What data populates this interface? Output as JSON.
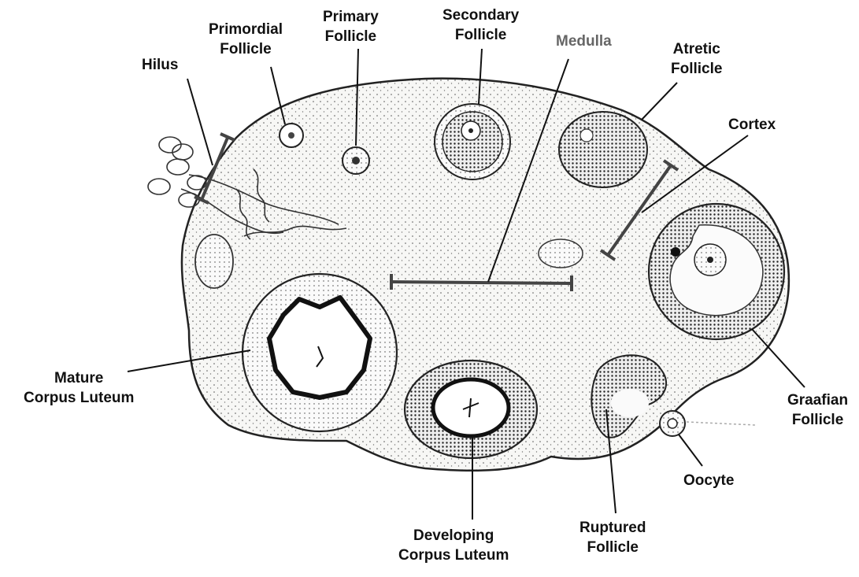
{
  "colors": {
    "ink": "#111111",
    "medulla_label": "#666666",
    "tissue_fill": "#f7f7f5"
  },
  "labels": {
    "hilus": "Hilus",
    "primordial": [
      "Primordial",
      "Follicle"
    ],
    "primary": [
      "Primary",
      "Follicle"
    ],
    "secondary": [
      "Secondary",
      "Follicle"
    ],
    "medulla": "Medulla",
    "atretic": [
      "Atretic",
      "Follicle"
    ],
    "cortex": "Cortex",
    "graafian": [
      "Graafian",
      "Follicle"
    ],
    "oocyte": "Oocyte",
    "ruptured": [
      "Ruptured",
      "Follicle"
    ],
    "developing_cl": [
      "Developing",
      "Corpus Luteum"
    ],
    "mature_cl": [
      "Mature",
      "Corpus Luteum"
    ]
  }
}
